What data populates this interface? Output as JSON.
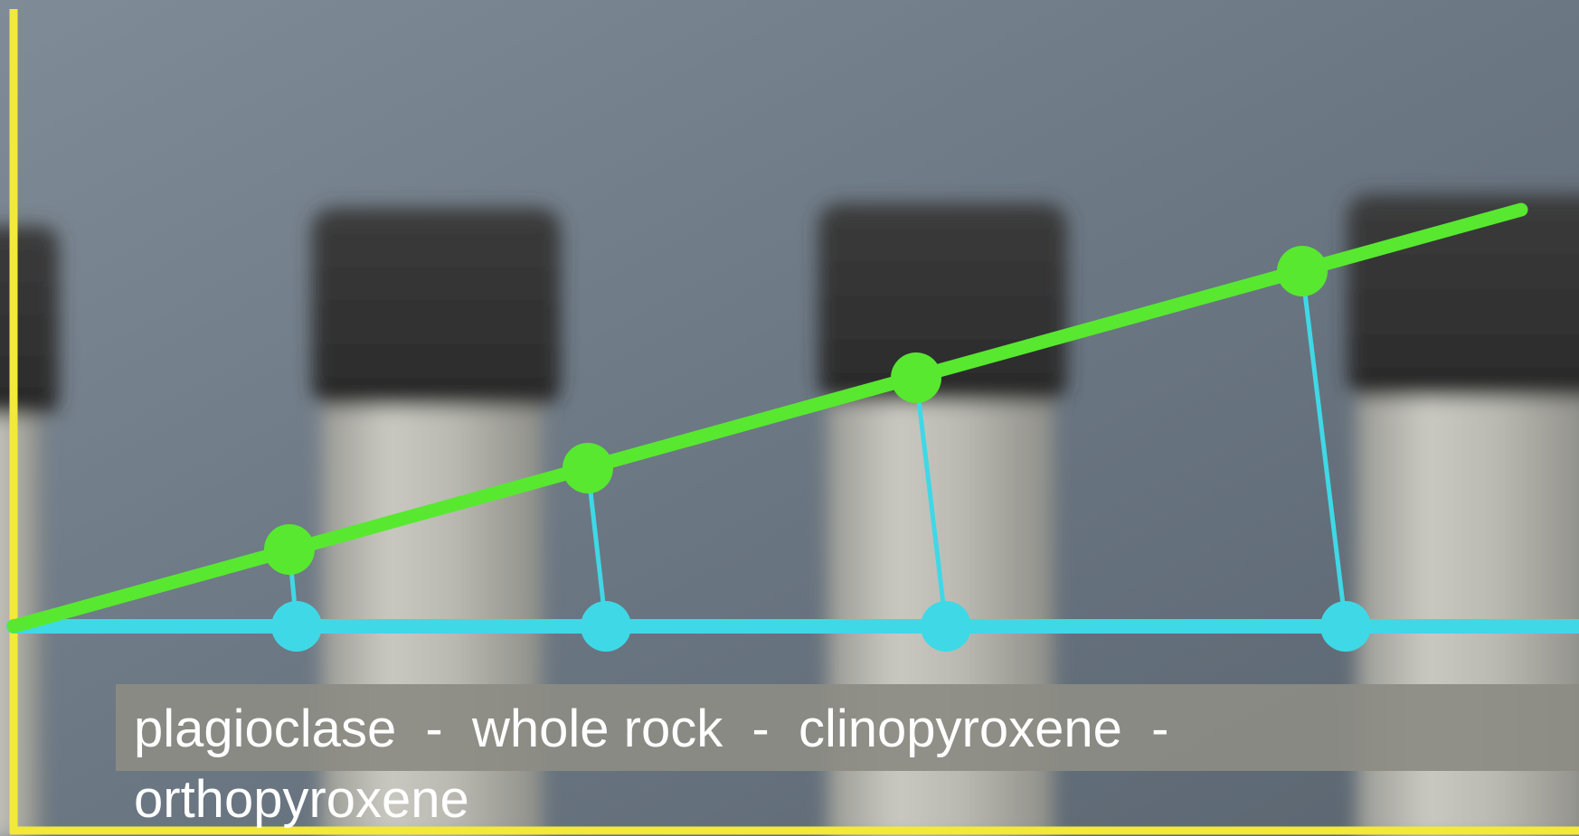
{
  "caption": "plagioclase  -  whole rock  -  clinopyroxene  -  orthopyroxene",
  "colors": {
    "isochron_line": "#58e830",
    "reference_line": "#3fd8e6",
    "axes": "#f2e93a",
    "caption_band": "#8c8c84",
    "caption_text": "#ffffff"
  },
  "diagram": {
    "type": "isochron-diagram",
    "green_points": 4,
    "cyan_points": 4,
    "background": "blurred photo of four rock sample vials"
  }
}
